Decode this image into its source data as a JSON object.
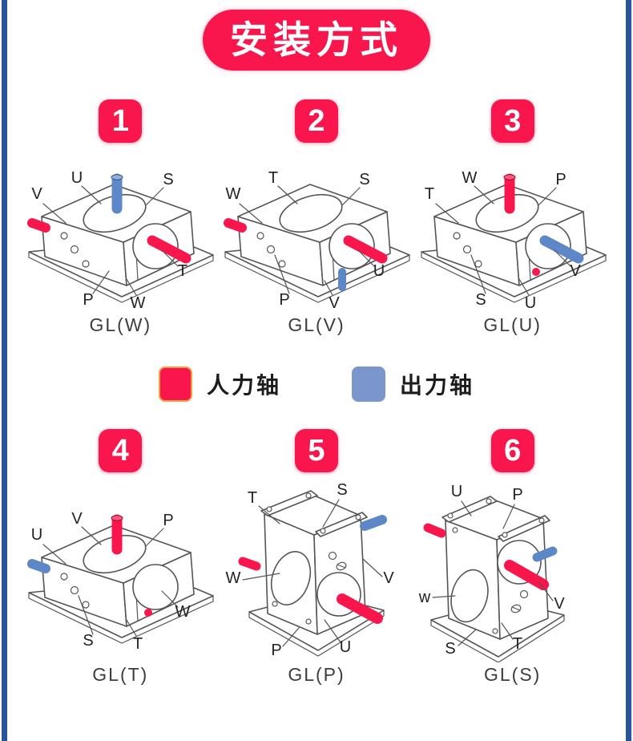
{
  "title": "安装方式",
  "colors": {
    "accent_red": "#f9164c",
    "shaft_blue": "#5d87c6",
    "legend_blue": "#7b96cd",
    "border_blue": "#27549b",
    "line_gray": "#555555"
  },
  "legend": {
    "input_label": "人力轴",
    "output_label": "出力轴"
  },
  "diagrams": [
    {
      "num": "1",
      "caption": "GL(W)",
      "labels": [
        "V",
        "U",
        "S",
        "P",
        "W",
        "T"
      ]
    },
    {
      "num": "2",
      "caption": "GL(V)",
      "labels": [
        "W",
        "T",
        "S",
        "P",
        "V",
        "U"
      ]
    },
    {
      "num": "3",
      "caption": "GL(U)",
      "labels": [
        "T",
        "W",
        "P",
        "S",
        "U",
        "V"
      ]
    },
    {
      "num": "4",
      "caption": "GL(T)",
      "labels": [
        "U",
        "V",
        "P",
        "S",
        "T",
        "W"
      ]
    },
    {
      "num": "5",
      "caption": "GL(P)",
      "labels": [
        "T",
        "S",
        "W",
        "V",
        "P",
        "U"
      ]
    },
    {
      "num": "6",
      "caption": "GL(S)",
      "labels": [
        "U",
        "P",
        "w",
        "V",
        "S",
        "T"
      ]
    }
  ]
}
